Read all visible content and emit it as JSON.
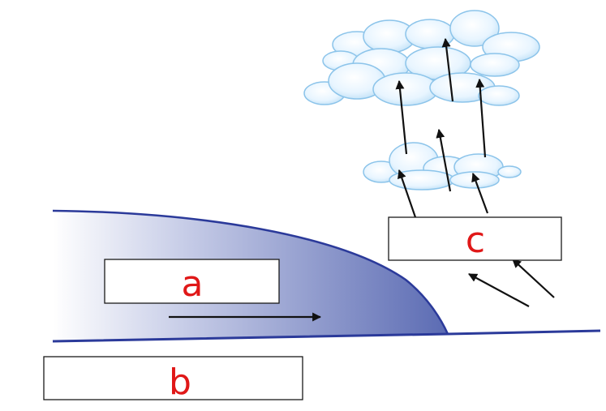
{
  "labels": {
    "a": "a",
    "b": "b",
    "c": "c"
  },
  "colors": {
    "air_mass_dark": "#5b6bb3",
    "air_mass_light": "#ffffff",
    "front_outline": "#2b3a9a",
    "ground_line": "#2b3a9a",
    "cloud_fill": "#dcefff",
    "cloud_edge": "#8cc4ea",
    "arrow": "#111111",
    "label_text": "#e01818"
  },
  "icons": {
    "cloud": "cumulus-cloud",
    "arrow": "black-arrow"
  }
}
